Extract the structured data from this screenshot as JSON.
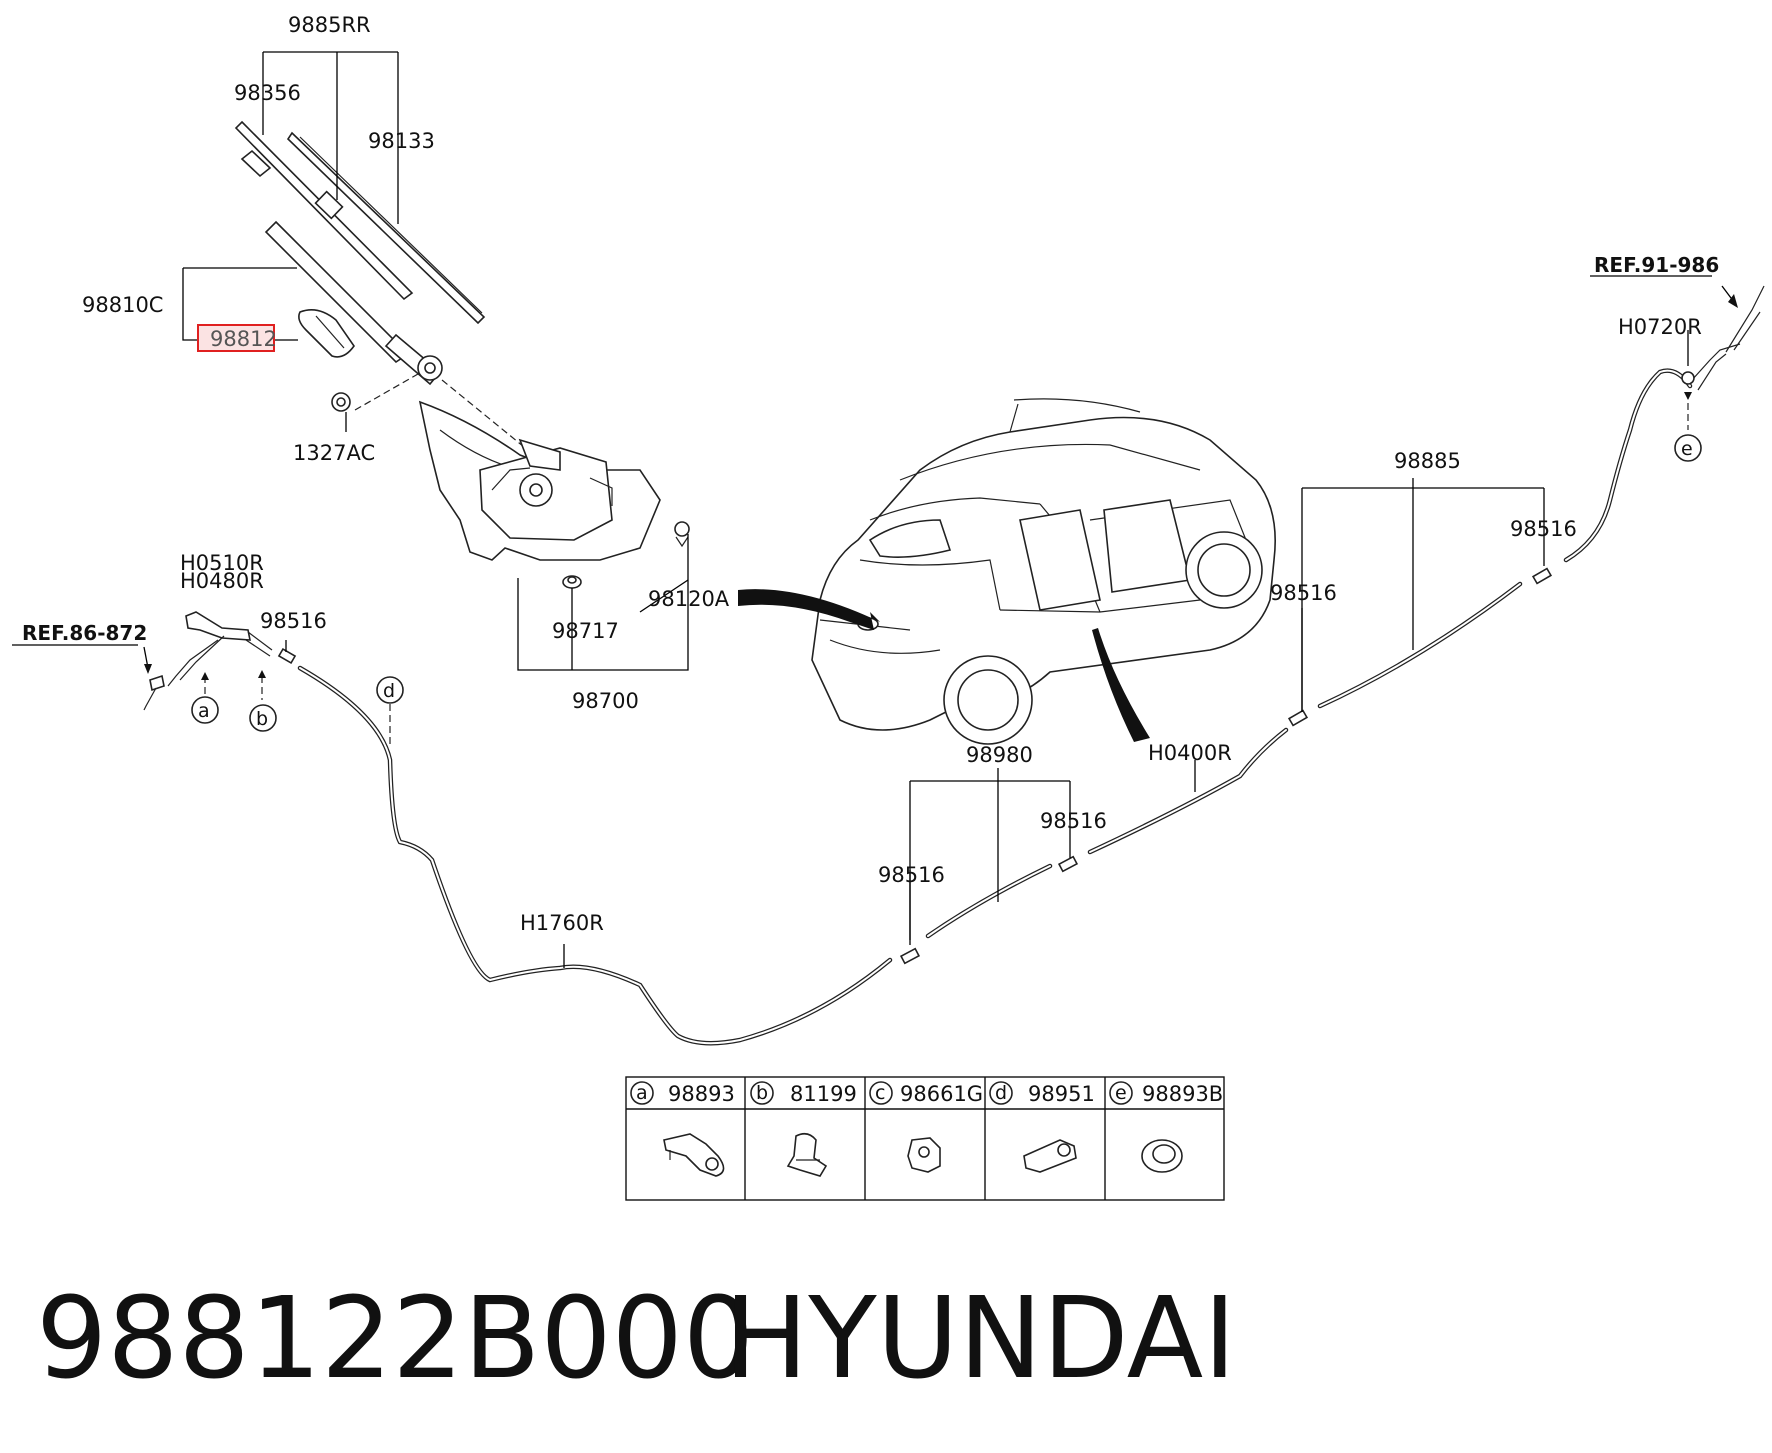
{
  "diagram": {
    "labels": {
      "l_9885rr": "9885RR",
      "l_98356": "98356",
      "l_98133": "98133",
      "l_98810c": "98810C",
      "l_98812": "98812",
      "l_1327ac": "1327AC",
      "l_98120a": "98120A",
      "l_98717": "98717",
      "l_98700": "98700",
      "l_h0510r": "H0510R",
      "l_h0480r": "H0480R",
      "l_ref86": "REF.86-872",
      "l_98516_a": "98516",
      "l_ref91": "REF.91-986",
      "l_h0720r": "H0720R",
      "l_98885": "98885",
      "l_98516_b": "98516",
      "l_98516_c": "98516",
      "l_h0400r": "H0400R",
      "l_98980": "98980",
      "l_98516_d": "98516",
      "l_98516_e": "98516",
      "l_h1760r": "H1760R"
    },
    "highlighted_part": "98812",
    "callouts": {
      "a": "a",
      "b": "b",
      "d": "d",
      "e": "e"
    }
  },
  "legend_table": [
    {
      "letter": "a",
      "part": "98893"
    },
    {
      "letter": "b",
      "part": "81199"
    },
    {
      "letter": "c",
      "part": "98661G"
    },
    {
      "letter": "d",
      "part": "98951"
    },
    {
      "letter": "e",
      "part": "98893B"
    }
  ],
  "caption": {
    "part_number": "988122B000",
    "brand": "HYUNDAI"
  },
  "colors": {
    "highlight_border": "#e02020",
    "highlight_fill": "#fbe3e3",
    "ink": "#111111"
  }
}
